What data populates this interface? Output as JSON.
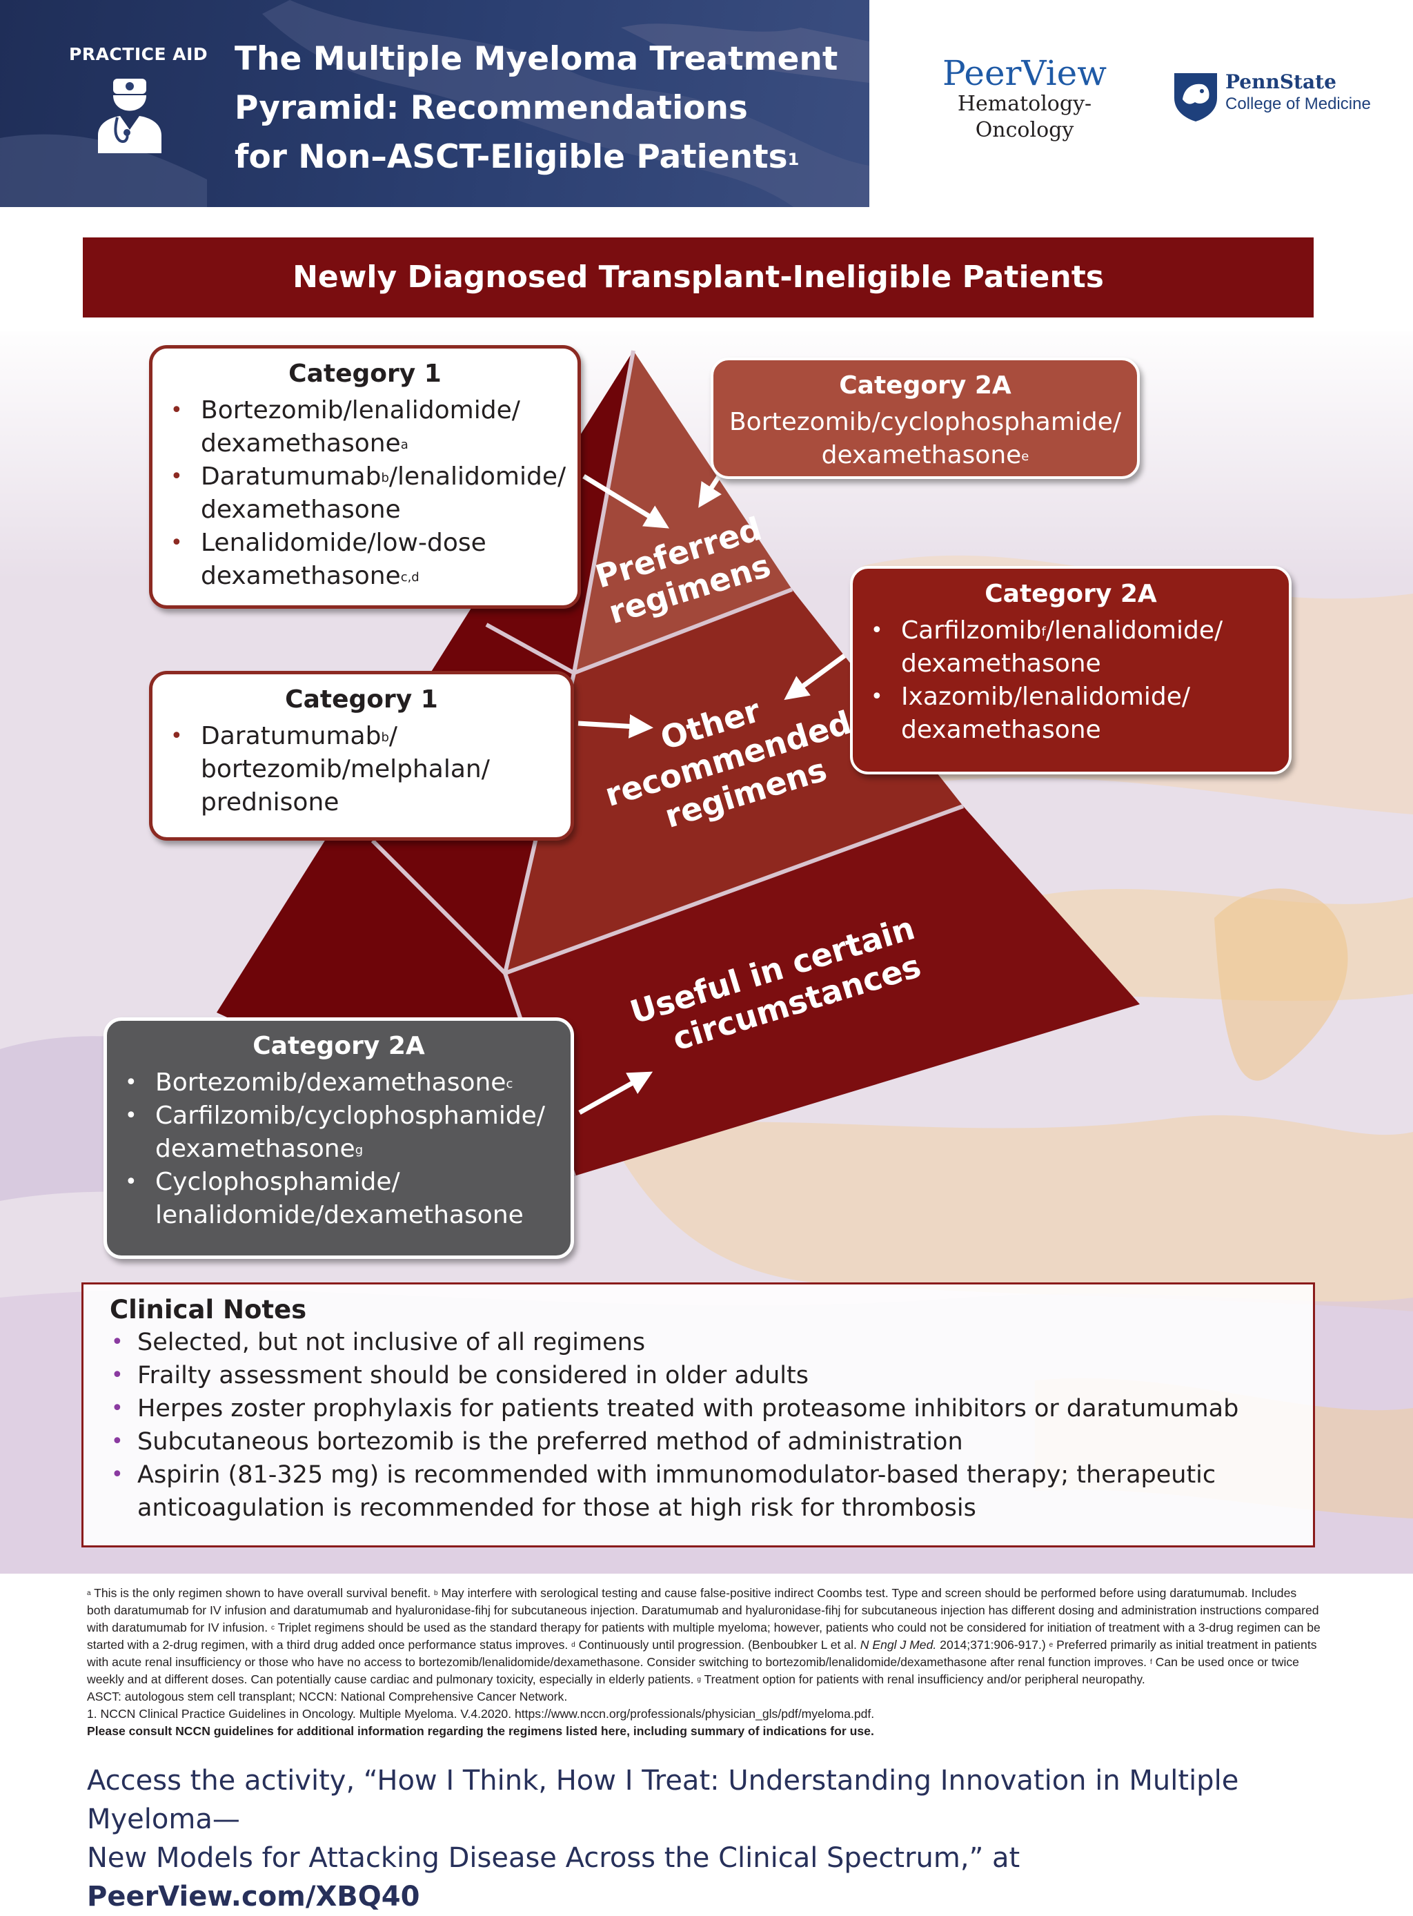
{
  "header": {
    "practice_aid": "PRACTICE AID",
    "title_line1": "The Multiple Myeloma Treatment",
    "title_line2": "Pyramid: Recommendations",
    "title_line3": "for Non–ASCT-Eligible Patients",
    "title_ref": "1"
  },
  "logos": {
    "peerview_name": "PeerView",
    "peerview_sub": "Hematology-Oncology",
    "pennstate_name": "PennState",
    "pennstate_sub": "College of Medicine"
  },
  "banner": "Newly Diagnosed Transplant-Ineligible Patients",
  "pyramid": {
    "tier1": [
      "Preferred",
      "regimens"
    ],
    "tier2": [
      "Other",
      "recommended",
      "regimens"
    ],
    "tier3": [
      "Useful in certain",
      "circumstances"
    ]
  },
  "preferred_cat1": {
    "heading": "Category 1",
    "items": [
      {
        "l1": "Bortezomib/lenalidomide/",
        "l2": "dexamethasone",
        "sup": "a"
      },
      {
        "l1a": "Daratumumab",
        "sup1": "b",
        "l1b": "/lenalidomide/",
        "l2": "dexamethasone"
      },
      {
        "l1": "Lenalidomide/low-dose",
        "l2": "dexamethasone",
        "sup": "c,d"
      }
    ]
  },
  "preferred_cat2a": {
    "heading": "Category 2A",
    "line1": "Bortezomib/cyclophosphamide/",
    "line2": "dexamethasone",
    "sup": "e"
  },
  "other_cat2a": {
    "heading": "Category 2A",
    "items": [
      {
        "l1a": "Carfilzomib",
        "sup1": "f",
        "l1b": "/lenalidomide/",
        "l2": "dexamethasone"
      },
      {
        "l1": "Ixazomib/lenalidomide/",
        "l2": "dexamethasone"
      }
    ]
  },
  "other_cat1": {
    "heading": "Category 1",
    "l1a": "Daratumumab",
    "sup1": "b",
    "l1b": "/",
    "l2": "bortezomib/melphalan/",
    "l3": "prednisone"
  },
  "useful_cat2a": {
    "heading": "Category 2A",
    "items": [
      {
        "l1": "Bortezomib/dexamethasone",
        "sup": "c"
      },
      {
        "l1": "Carfilzomib/cyclophosphamide/",
        "l2": "dexamethasone",
        "sup": "g"
      },
      {
        "l1": "Cyclophosphamide/",
        "l2": "lenalidomide/dexamethasone"
      }
    ]
  },
  "clinical_notes": {
    "heading": "Clinical Notes",
    "items": [
      "Selected, but not inclusive of all regimens",
      "Frailty assessment should be considered in older adults",
      "Herpes zoster prophylaxis for patients treated with proteasome inhibitors or daratumumab",
      "Subcutaneous bortezomib is the preferred method of administration",
      "Aspirin (81-325 mg) is recommended with immunomodulator-based therapy; therapeutic anticoagulation is recommended for those at high risk for thrombosis"
    ]
  },
  "footnotes": {
    "fa": "a",
    "a": " This is the only regimen shown to have overall survival benefit. ",
    "fb": "b",
    "b": " May interfere with serological testing and cause false-positive indirect Coombs test. Type and screen should be performed before using daratumumab. Includes both daratumumab for IV infusion and daratumumab and hyaluronidase-fihj for subcutaneous injection. Daratumumab and hyaluronidase-fihj for subcutaneous injection has different dosing and administration instructions compared with daratumumab for IV infusion. ",
    "fc": "c",
    "c": " Triplet regimens should be used as the standard therapy for patients with multiple myeloma; however, patients who could not be considered for initiation of treatment with a 3-drug regimen can be started with a 2-drug regimen, with a third drug added once performance status improves. ",
    "fd": "d",
    "d": " Continuously until progression. (Benboubker L et al. ",
    "d_journal": "N Engl J Med.",
    "d_cite": " 2014;371:906-917.) ",
    "fe": "e",
    "e": " Preferred primarily as initial treatment in patients with acute renal insufficiency or those who have no access to bortezomib/lenalidomide/dexamethasone. Consider switching to bortezomib/lenalidomide/dexamethasone after renal function improves. ",
    "ff": "f",
    "f": " Can be used once or twice weekly and at different doses. Can potentially cause cardiac and pulmonary toxicity, especially in elderly patients. ",
    "fg": "g",
    "g": " Treatment option for patients with renal insufficiency and/or peripheral neuropathy.",
    "abbrev": "ASCT: autologous stem cell transplant; NCCN: National Comprehensive Cancer Network.",
    "ref1": "1. NCCN Clinical Practice Guidelines in Oncology. Multiple Myeloma. V.4.2020. https://www.nccn.org/professionals/physician_gls/pdf/myeloma.pdf.",
    "consult": "Please consult NCCN guidelines for additional information regarding the regimens listed here, including summary of indications for use."
  },
  "cta": {
    "line1": "Access the activity, “How I Think, How I Treat: Understanding Innovation in Multiple Myeloma—",
    "line2": "New Models for Attacking Disease Across the Clinical Spectrum,” at ",
    "url": "PeerView.com/XBQ40"
  },
  "colors": {
    "dark_red": "#7a0d10",
    "mid_red": "#8f1d16",
    "rust": "#a94d3d",
    "gray": "#58585a",
    "navy": "#27305a"
  }
}
